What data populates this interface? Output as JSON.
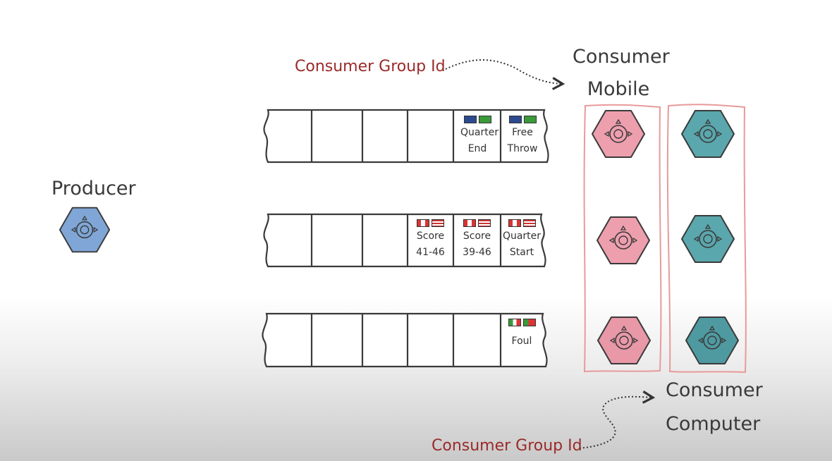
{
  "labels": {
    "producer": "Producer",
    "consumer_mobile": "Consumer Mobile",
    "consumer_computer": "Consumer Computer",
    "group_id_top": "Consumer Group Id",
    "group_id_bottom": "Consumer Group Id"
  },
  "partitions": [
    {
      "messages": [
        {
          "text": "Quarter End",
          "flags": [
            "au",
            "br"
          ]
        },
        {
          "text": "Free Throw",
          "flags": [
            "au",
            "br"
          ]
        }
      ]
    },
    {
      "messages": [
        {
          "text": "Score 41-46",
          "flags": [
            "ca",
            "us"
          ]
        },
        {
          "text": "Score 39-46",
          "flags": [
            "ca",
            "us"
          ]
        },
        {
          "text": "Quarter Start",
          "flags": [
            "ca",
            "us"
          ]
        }
      ]
    },
    {
      "messages": [
        {
          "text": "Foul",
          "flags": [
            "it",
            "pt"
          ]
        }
      ]
    }
  ],
  "colors": {
    "producer": "#7fa6d6",
    "consumer_mobile": "#ee9fae",
    "consumer_computer": "#5aa7ad",
    "group_box": "#e89a9a",
    "group_id_text": "#9b2a2a",
    "outline": "#3a3a3a"
  }
}
